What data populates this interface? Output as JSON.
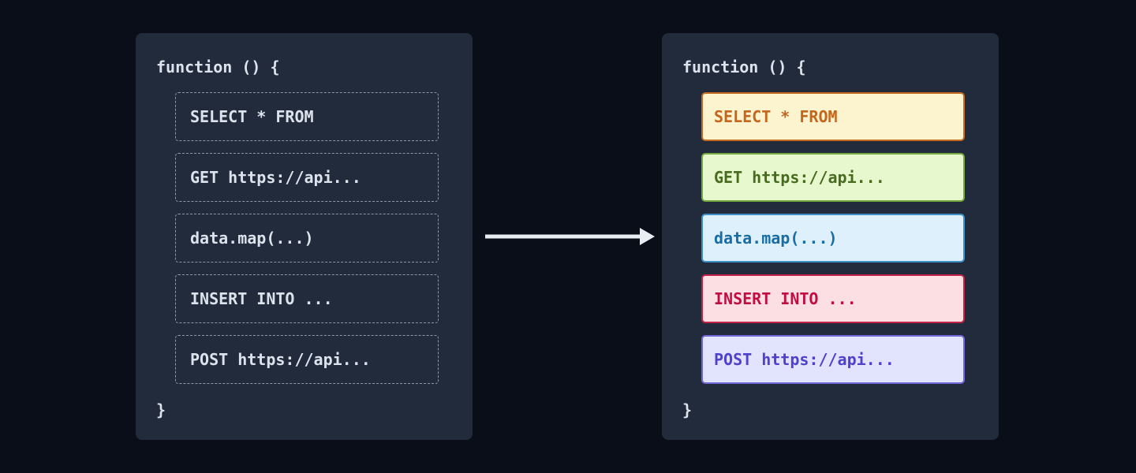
{
  "colors": {
    "page_background": "#0a0e18",
    "panel_background": "#212b3b",
    "panel_text": "#dde3ec",
    "dashed_border": "#8e97a6",
    "arrow": "#e9ecf3"
  },
  "left_panel": {
    "header": "function () {",
    "footer": "}",
    "items": [
      {
        "label": "SELECT * FROM"
      },
      {
        "label": "GET https://api..."
      },
      {
        "label": "data.map(...)"
      },
      {
        "label": "INSERT INTO ..."
      },
      {
        "label": "POST https://api..."
      }
    ]
  },
  "right_panel": {
    "header": "function () {",
    "footer": "}",
    "items": [
      {
        "label": "SELECT * FROM",
        "bg": "#fcf3cf",
        "border": "#c4691f",
        "color": "#c4671d"
      },
      {
        "label": "GET https://api...",
        "bg": "#e7f8cf",
        "border": "#74a83e",
        "color": "#486c1e"
      },
      {
        "label": "data.map(...)",
        "bg": "#def0fc",
        "border": "#3d8fc4",
        "color": "#186da4"
      },
      {
        "label": "INSERT INTO ...",
        "bg": "#fcdfe2",
        "border": "#c22147",
        "color": "#c20d41"
      },
      {
        "label": "POST https://api...",
        "bg": "#e1e4fc",
        "border": "#6e66d9",
        "color": "#4e41ce"
      }
    ]
  }
}
